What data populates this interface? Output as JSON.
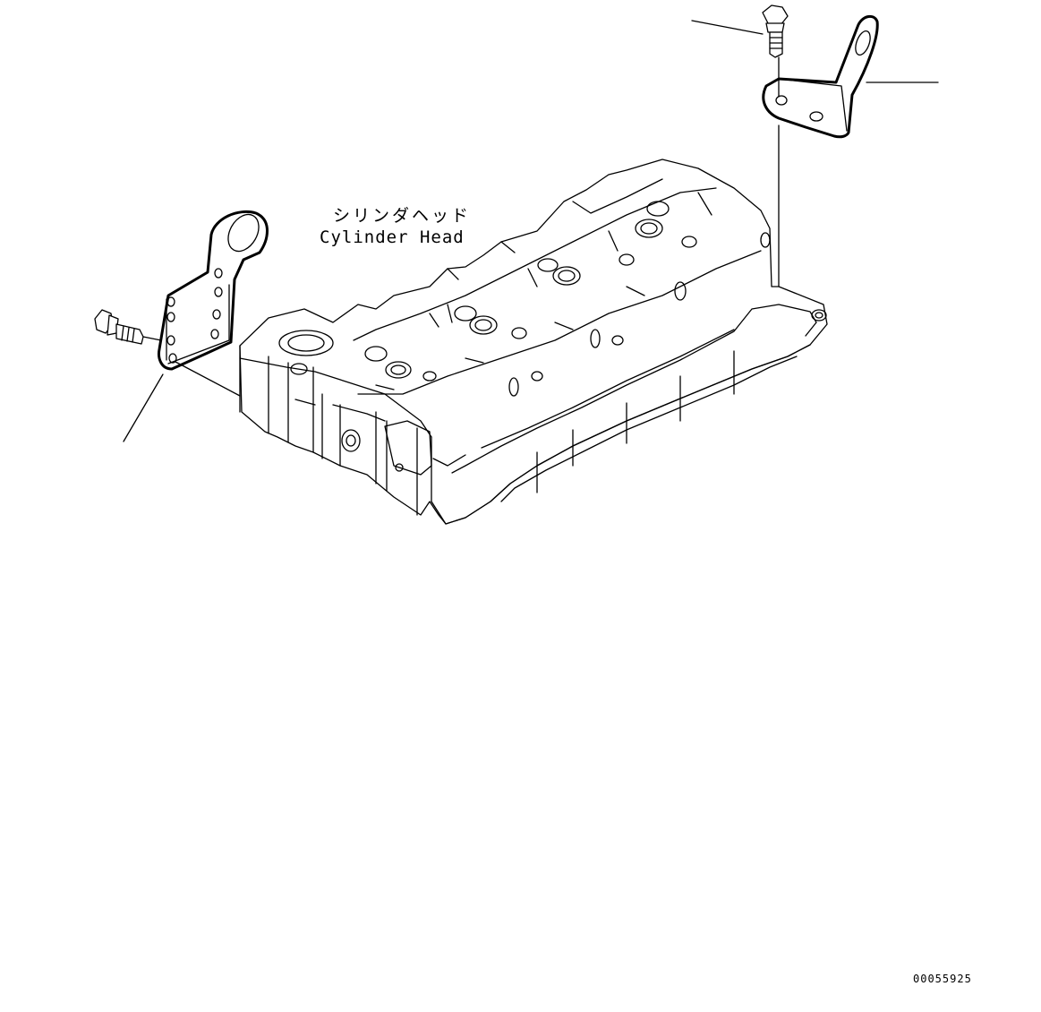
{
  "labels": {
    "part_name_jp": "シリンダヘッド",
    "part_name_en": "Cylinder Head",
    "drawing_number": "00055925"
  },
  "parts": {
    "cylinder_head": "Cylinder Head",
    "front_bracket": "bracket",
    "front_bolt": "bolt",
    "rear_bracket": "bracket",
    "rear_bolt": "bolt"
  }
}
